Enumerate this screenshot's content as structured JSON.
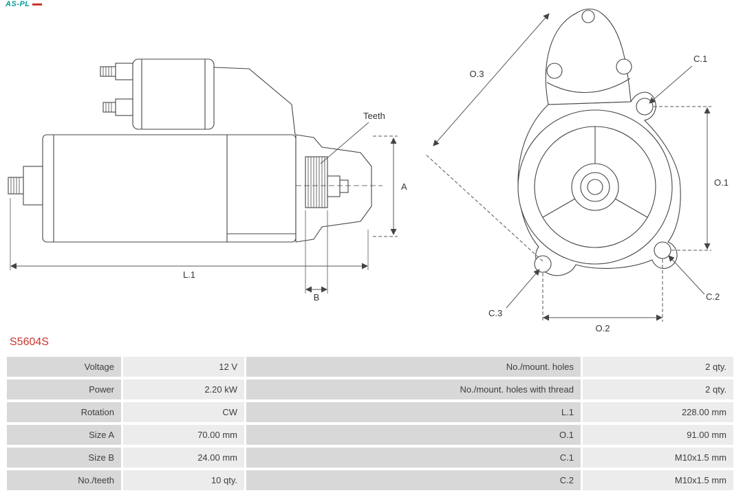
{
  "logo": {
    "text": "AS-PL"
  },
  "part_number": "S5604S",
  "diagram": {
    "labels": {
      "teeth": "Teeth",
      "a": "A",
      "l1": "L.1",
      "b": "B",
      "o3": "O.3",
      "c1": "C.1",
      "o1": "O.1",
      "c3": "C.3",
      "c2": "C.2",
      "o2": "O.2"
    }
  },
  "table": {
    "rows": [
      {
        "label_left": "Voltage",
        "value_left": "12 V",
        "label_right": "No./mount. holes",
        "value_right": "2 qty."
      },
      {
        "label_left": "Power",
        "value_left": "2.20 kW",
        "label_right": "No./mount. holes with thread",
        "value_right": "2 qty."
      },
      {
        "label_left": "Rotation",
        "value_left": "CW",
        "label_right": "L.1",
        "value_right": "228.00 mm"
      },
      {
        "label_left": "Size A",
        "value_left": "70.00 mm",
        "label_right": "O.1",
        "value_right": "91.00 mm"
      },
      {
        "label_left": "Size B",
        "value_left": "24.00 mm",
        "label_right": "C.1",
        "value_right": "M10x1.5 mm"
      },
      {
        "label_left": "No./teeth",
        "value_left": "10 qty.",
        "label_right": "C.2",
        "value_right": "M10x1.5 mm"
      }
    ]
  },
  "colors": {
    "part_number_red": "#c9342c",
    "label_cell_bg": "#d8d8d8",
    "value_cell_bg": "#ececec",
    "line_color": "#444444"
  }
}
